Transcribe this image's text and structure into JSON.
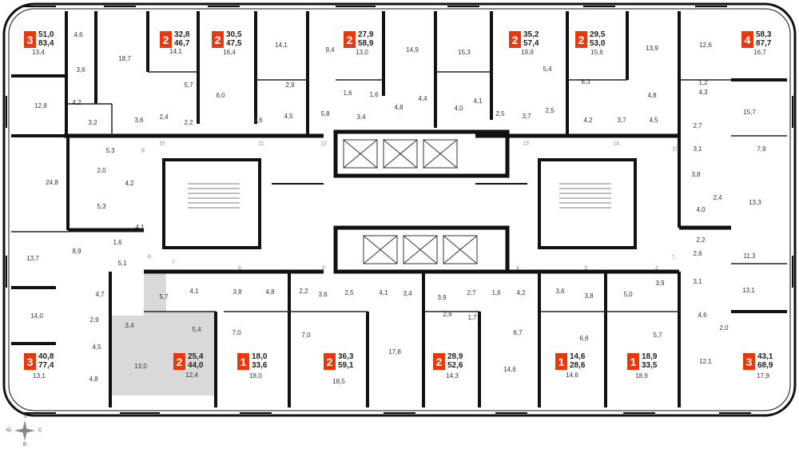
{
  "apartments": [
    {
      "rooms": "3",
      "area": "51,0",
      "total": "83,4"
    },
    {
      "rooms": "2",
      "area": "32,8",
      "total": "46,7"
    },
    {
      "rooms": "2",
      "area": "30,5",
      "total": "47,5"
    },
    {
      "rooms": "2",
      "area": "27,9",
      "total": "58,9"
    },
    {
      "rooms": "2",
      "area": "35,2",
      "total": "57,4"
    },
    {
      "rooms": "2",
      "area": "29,5",
      "total": "53,0"
    },
    {
      "rooms": "4",
      "area": "58,3",
      "total": "87,7"
    },
    {
      "rooms": "3",
      "area": "40,8",
      "total": "77,4"
    },
    {
      "rooms": "2",
      "area": "25,4",
      "total": "44,0"
    },
    {
      "rooms": "1",
      "area": "18,0",
      "total": "33,6"
    },
    {
      "rooms": "2",
      "area": "36,3",
      "total": "59,1"
    },
    {
      "rooms": "2",
      "area": "28,9",
      "total": "52,6"
    },
    {
      "rooms": "1",
      "area": "14,6",
      "total": "28,6"
    },
    {
      "rooms": "1",
      "area": "18,9",
      "total": "33,5"
    },
    {
      "rooms": "3",
      "area": "43,1",
      "total": "68,9"
    }
  ],
  "room_labels": [
    "13,4",
    "4,6",
    "18,7",
    "3,6",
    "14,1",
    "5,7",
    "6,0",
    "16,4",
    "14,1",
    "9,4",
    "13,0",
    "14,9",
    "15,3",
    "19,9",
    "5,4",
    "6,3",
    "15,6",
    "13,9",
    "12,6",
    "16,7",
    "12,8",
    "4,2",
    "3,2",
    "3,6",
    "2,4",
    "2,2",
    "3,6",
    "4,5",
    "2,9",
    "5,8",
    "1,6",
    "3,4",
    "1,6",
    "4,8",
    "4,4",
    "4,0",
    "4,1",
    "2,5",
    "3,7",
    "2,5",
    "4,2",
    "3,7",
    "4,8",
    "4,5",
    "2,7",
    "1,2",
    "4,3",
    "15,7",
    "5,3",
    "24,8",
    "2,0",
    "4,2",
    "5,3",
    "4,1",
    "13,7",
    "8,9",
    "1,6",
    "5,1",
    "14,0",
    "4,7",
    "13,1",
    "2,9",
    "4,5",
    "4,8",
    "3,1",
    "7,9",
    "3,8",
    "2,4",
    "13,3",
    "4,0",
    "2,2",
    "2,6",
    "11,3",
    "3,1",
    "13,1",
    "4,6",
    "2,0",
    "12,1",
    "17,9",
    "3,4",
    "13,0",
    "5,7",
    "4,1",
    "5,4",
    "12,4",
    "3,8",
    "4,8",
    "7,0",
    "18,0",
    "2,2",
    "7,0",
    "3,6",
    "2,5",
    "4,1",
    "3,4",
    "18,5",
    "17,8",
    "3,9",
    "2,7",
    "2,9",
    "1,7",
    "1,6",
    "4,2",
    "14,3",
    "6,7",
    "14,6",
    "3,6",
    "3,8",
    "6,6",
    "14,6",
    "5,0",
    "3,9",
    "5,7",
    "18,9"
  ],
  "door_numbers": [
    "9",
    "10",
    "11",
    "12",
    "13",
    "14",
    "15",
    "8",
    "7",
    "6",
    "5",
    "4",
    "3",
    "2",
    "1"
  ],
  "compass": {
    "n": "З",
    "s": "В",
    "w": "Ю",
    "e": "С"
  }
}
